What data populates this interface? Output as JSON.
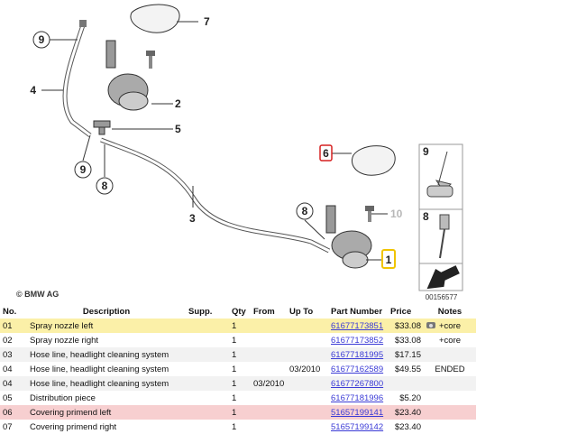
{
  "diagram": {
    "callouts": [
      "9",
      "4",
      "7",
      "2",
      "5",
      "9",
      "8",
      "3",
      "6",
      "8",
      "10",
      "1"
    ],
    "side_callouts": [
      "9",
      "8"
    ],
    "copyright": "© BMW AG",
    "ref_number": "00156577"
  },
  "table": {
    "headers": {
      "no": "No.",
      "description": "Description",
      "supp": "Supp.",
      "qty": "Qty",
      "from": "From",
      "up_to": "Up To",
      "part_number": "Part Number",
      "price": "Price",
      "notes": "Notes"
    },
    "rows": [
      {
        "no": "01",
        "description": "Spray nozzle left",
        "supp": "",
        "qty": "1",
        "from": "",
        "up_to": "",
        "part_number": "61677173851",
        "price": "$33.08",
        "notes": "+core",
        "camera": "camera-icon"
      },
      {
        "no": "02",
        "description": "Spray nozzle right",
        "supp": "",
        "qty": "1",
        "from": "",
        "up_to": "",
        "part_number": "61677173852",
        "price": "$33.08",
        "notes": "+core"
      },
      {
        "no": "03",
        "description": "Hose line, headlight cleaning system",
        "supp": "",
        "qty": "1",
        "from": "",
        "up_to": "",
        "part_number": "61677181995",
        "price": "$17.15",
        "notes": ""
      },
      {
        "no": "04",
        "description": "Hose line, headlight cleaning system",
        "supp": "",
        "qty": "1",
        "from": "",
        "up_to": "03/2010",
        "part_number": "61677162589",
        "price": "$49.55",
        "notes": "ENDED"
      },
      {
        "no": "04",
        "description": "Hose line, headlight cleaning system",
        "supp": "",
        "qty": "1",
        "from": "03/2010",
        "up_to": "",
        "part_number": "61677267800",
        "price": "",
        "notes": ""
      },
      {
        "no": "05",
        "description": "Distribution piece",
        "supp": "",
        "qty": "1",
        "from": "",
        "up_to": "",
        "part_number": "61677181996",
        "price": "$5.20",
        "notes": ""
      },
      {
        "no": "06",
        "description": "Covering primend left",
        "supp": "",
        "qty": "1",
        "from": "",
        "up_to": "",
        "part_number": "51657199141",
        "price": "$23.40",
        "notes": ""
      },
      {
        "no": "07",
        "description": "Covering primend right",
        "supp": "",
        "qty": "1",
        "from": "",
        "up_to": "",
        "part_number": "51657199142",
        "price": "$23.40",
        "notes": ""
      }
    ],
    "highlights": {
      "yellow_row": 0,
      "pink_row": 6
    },
    "colors": {
      "yellow": "#fbf0a8",
      "pink": "#f7cfd0",
      "link": "#3b3bd6",
      "callout_red": "#d62020",
      "callout_yellow": "#f0c400"
    }
  }
}
